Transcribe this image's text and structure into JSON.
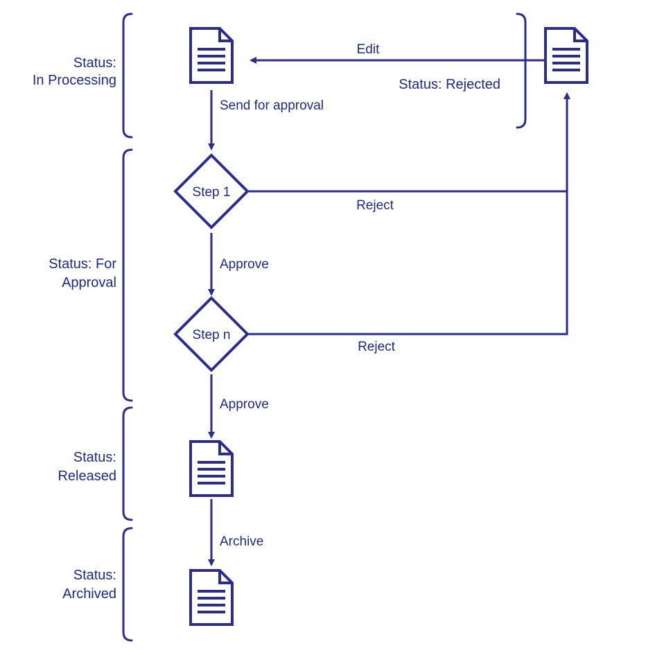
{
  "colors": {
    "primary": "#2c2c8e",
    "text": "#1c2a86",
    "background": "#ffffff"
  },
  "statuses": {
    "in_processing": {
      "line1": "Status:",
      "line2": "In Processing"
    },
    "for_approval": {
      "line1": "Status: For",
      "line2": "Approval"
    },
    "released": {
      "line1": "Status:",
      "line2": "Released"
    },
    "archived": {
      "line1": "Status:",
      "line2": "Archived"
    },
    "rejected": {
      "label": "Status: Rejected"
    }
  },
  "steps": {
    "step1": "Step 1",
    "stepn": "Step n"
  },
  "edges": {
    "edit": "Edit",
    "send_for_approval": "Send for approval",
    "reject_1": "Reject",
    "approve_1": "Approve",
    "reject_n": "Reject",
    "approve_n": "Approve",
    "archive": "Archive"
  },
  "icons": {
    "document": "document-icon",
    "decision": "diamond-icon",
    "bracket": "curly-brace-icon"
  }
}
